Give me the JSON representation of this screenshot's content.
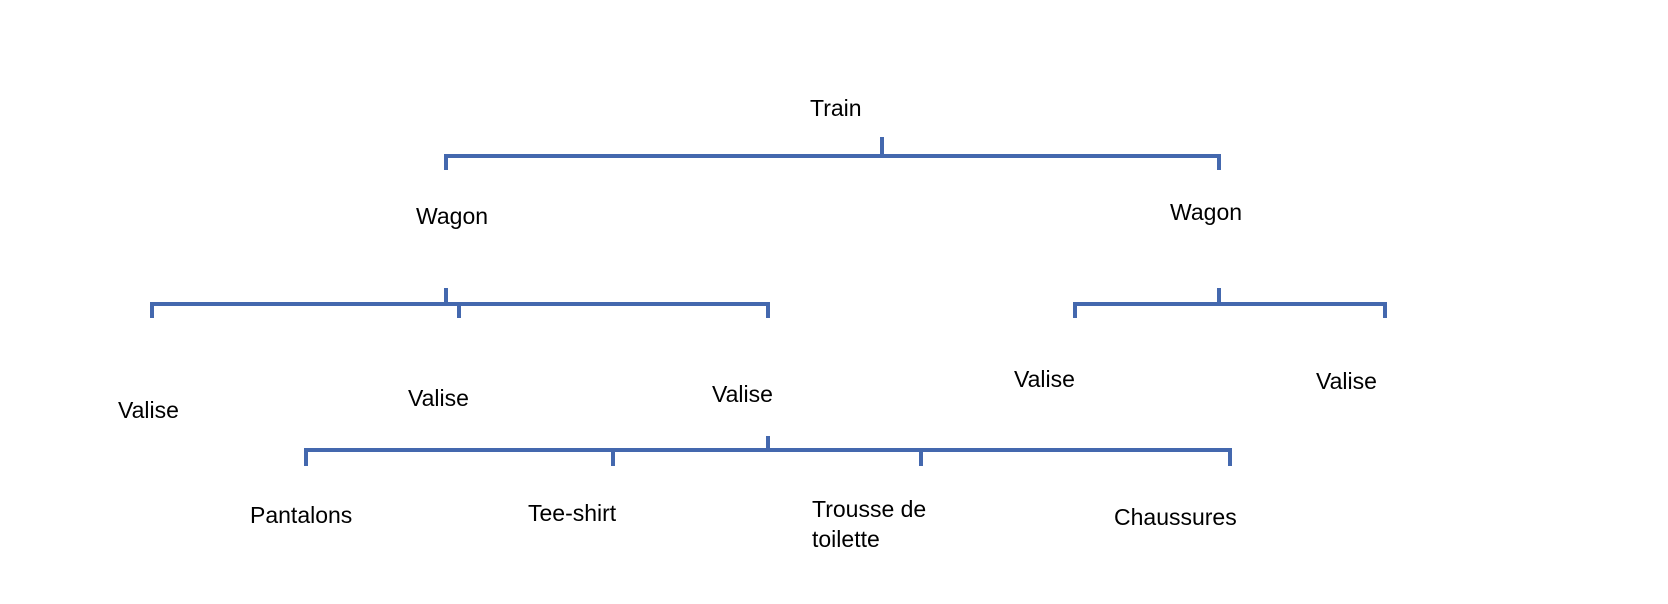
{
  "colors": {
    "connector": "#4468AE",
    "text": "#000000",
    "background": "#FFFFFF"
  },
  "nodes": {
    "train": "Train",
    "wagon_left": "Wagon",
    "wagon_right": "Wagon",
    "valise_1": "Valise",
    "valise_2": "Valise",
    "valise_3": "Valise",
    "valise_4": "Valise",
    "valise_5": "Valise",
    "pantalons": "Pantalons",
    "tee_shirt": "Tee-shirt",
    "trousse": "Trousse de toilette",
    "chaussures": "Chaussures"
  }
}
